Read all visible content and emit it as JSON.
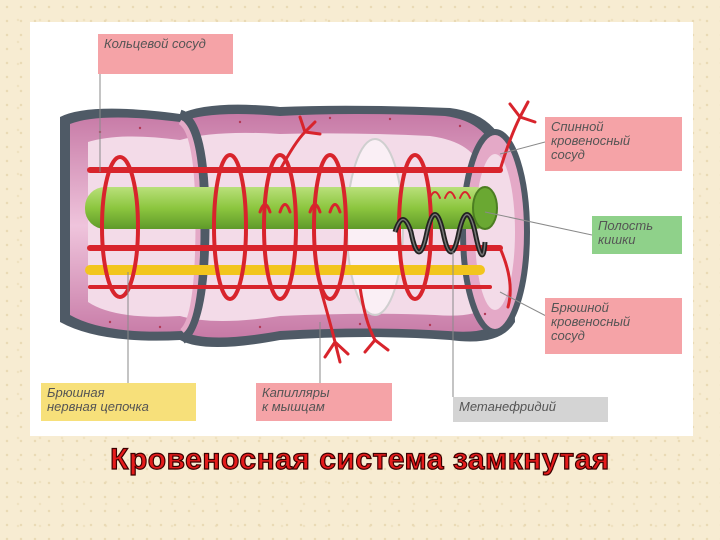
{
  "labels": {
    "ring_vessel": "Кольцевой сосуд",
    "dorsal_vessel": "Спинной\nкровеносный\nсосуд",
    "gut_cavity": "Полость\nкишки",
    "ventral_vessel": "Брюшной\nкровеносный\nсосуд",
    "nerve_chain": "Брюшная\nнервная цепочка",
    "capillaries": "Капилляры\nк мышцам",
    "metanephridium": "Метанефридий"
  },
  "caption": "Кровеносная система замкнутая",
  "colors": {
    "vessel": "#d8242c",
    "gut": "#8cc63f",
    "nerve": "#f2c51d",
    "tissue": "#e4a9c7",
    "cuticle": "#4f5a66",
    "label_pink": "#f5a3a7",
    "label_green": "#8fd18a",
    "label_yellow": "#f7e07a",
    "label_gray": "#d4d4d4",
    "caption": "#e51b1b"
  }
}
